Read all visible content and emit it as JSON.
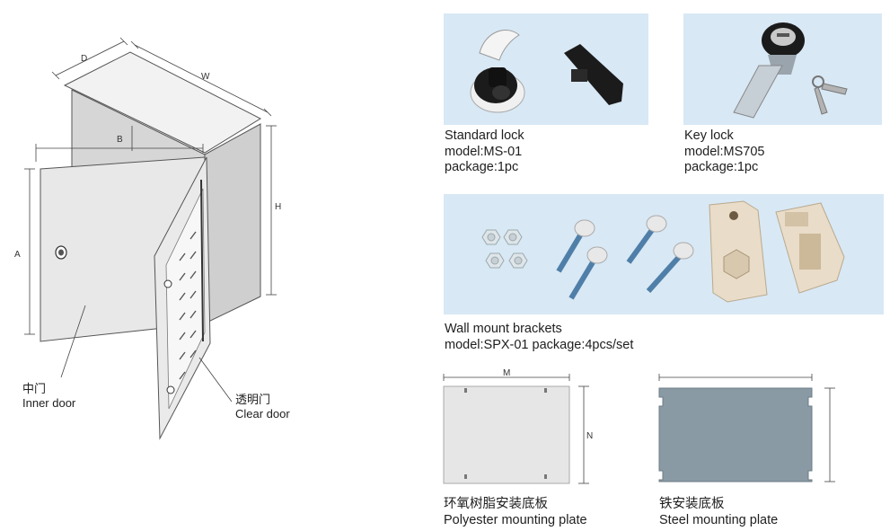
{
  "enclosure": {
    "dim_labels": {
      "d": "D",
      "w": "W",
      "b": "B",
      "h": "H",
      "a": "A"
    },
    "inner_door": {
      "cn": "中门",
      "en": "Inner door"
    },
    "clear_door": {
      "cn": "透明门",
      "en": "Clear door"
    }
  },
  "accessories": {
    "standard_lock": {
      "name": "Standard lock",
      "model": "model:MS-01",
      "package": "package:1pc"
    },
    "key_lock": {
      "name": "Key lock",
      "model": "model:MS705",
      "package": "package:1pc"
    },
    "brackets": {
      "name": "Wall mount brackets",
      "info": "model:SPX-01 package:4pcs/set"
    }
  },
  "plates": {
    "polyester": {
      "cn": "环氧树脂安装底板",
      "en": "Polyester mounting plate",
      "dim_m": "M",
      "dim_n": "N"
    },
    "steel": {
      "cn": "铁安装底板",
      "en": "Steel mounting plate"
    }
  },
  "colors": {
    "panel_bg": "#d8e8f5",
    "steel_plate": "#8a9aa4",
    "poly_plate": "#e6e6e6"
  }
}
